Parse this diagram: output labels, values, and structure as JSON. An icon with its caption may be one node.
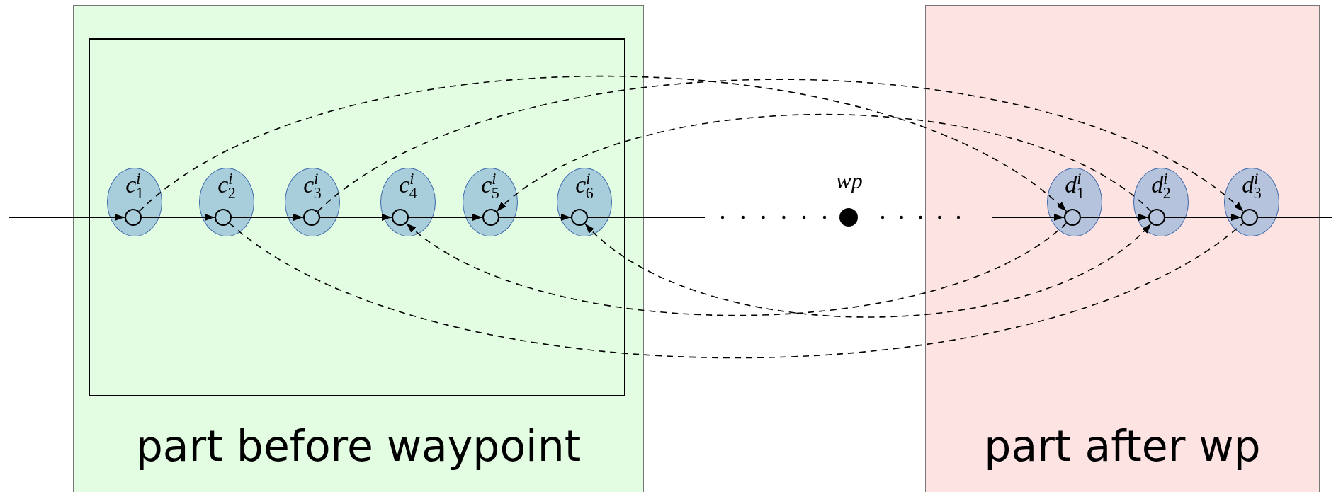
{
  "diagram": {
    "nodes": [
      {
        "text": [
          "part before waypoint"
        ]
      },
      {
        "text": [],
        "shape": "box",
        "in": 0
      },
      {
        "text": [
          "c$^{i}$$_{1}$"
        ],
        "in": 1
      },
      {
        "text": [],
        "shape": "circle",
        "in": 2
      },
      {
        "text": [
          "c$^{i}$$_{2}$"
        ],
        "in": 1
      },
      {
        "text": [],
        "shape": "circle",
        "in": 4
      },
      {
        "text": [
          "c$^{i}$$_{3}$"
        ],
        "in": 1
      },
      {
        "text": [],
        "shape": "circle",
        "in": 6
      },
      {
        "text": [
          "c$^{i}$$_{4}$"
        ],
        "in": 1
      },
      {
        "text": [],
        "shape": "circle",
        "in": 8
      },
      {
        "text": [
          "c$^{i}$$_{5}$"
        ],
        "in": 1
      },
      {
        "text": [],
        "shape": "circle",
        "in": 10
      },
      {
        "text": [
          "c$^{i}$$_{6}$"
        ],
        "in": 1
      },
      {
        "text": [],
        "shape": "circle",
        "in": 12
      },
      {
        "text": [],
        "shape": "circle",
        "beside": [
          "wp"
        ]
      },
      {
        "text": [
          "part after wp"
        ]
      },
      {
        "text": [
          "d$^{i}$$_{1}$"
        ],
        "in": 15
      },
      {
        "text": [],
        "shape": "circle",
        "in": 16
      },
      {
        "text": [
          "d$^{i}$$_{2}$"
        ],
        "in": 15
      },
      {
        "text": [],
        "shape": "circle",
        "in": 18
      },
      {
        "text": [
          "d$^{i}$$_{3}$"
        ],
        "in": 15
      },
      {
        "text": [],
        "shape": "circle",
        "in": 20
      }
    ],
    "edges": [
      {
        "from": null,
        "to": 3,
        "arrow": "to"
      },
      {
        "from": 3,
        "to": 5,
        "arrow": "to"
      },
      {
        "from": 5,
        "to": 7,
        "arrow": "to"
      },
      {
        "from": 7,
        "to": 9,
        "arrow": "to"
      },
      {
        "from": 9,
        "to": 11,
        "arrow": "to"
      },
      {
        "from": 11,
        "to": 13,
        "arrow": "to"
      },
      {
        "from": 13,
        "to": null,
        "arrow": "none"
      },
      {
        "from": null,
        "to": 17,
        "arrow": "to"
      },
      {
        "from": 17,
        "to": 19,
        "arrow": "to"
      },
      {
        "from": 19,
        "to": 21,
        "arrow": "to"
      },
      {
        "from": 21,
        "to": null,
        "arrow": "none"
      },
      {
        "from": 3,
        "to": 17,
        "arrow": "to",
        "style": "dashed"
      },
      {
        "from": 7,
        "to": 21,
        "arrow": "to",
        "style": "dashed"
      },
      {
        "from": 19,
        "to": 11,
        "arrow": "to",
        "style": "dashed"
      },
      {
        "from": 5,
        "to": 21,
        "arrow": "none",
        "style": "dashed"
      },
      {
        "from": 17,
        "to": 9,
        "arrow": "to",
        "style": "dashed"
      },
      {
        "from": 13,
        "to": 19,
        "arrow": "both",
        "style": "dashed"
      }
    ]
  }
}
